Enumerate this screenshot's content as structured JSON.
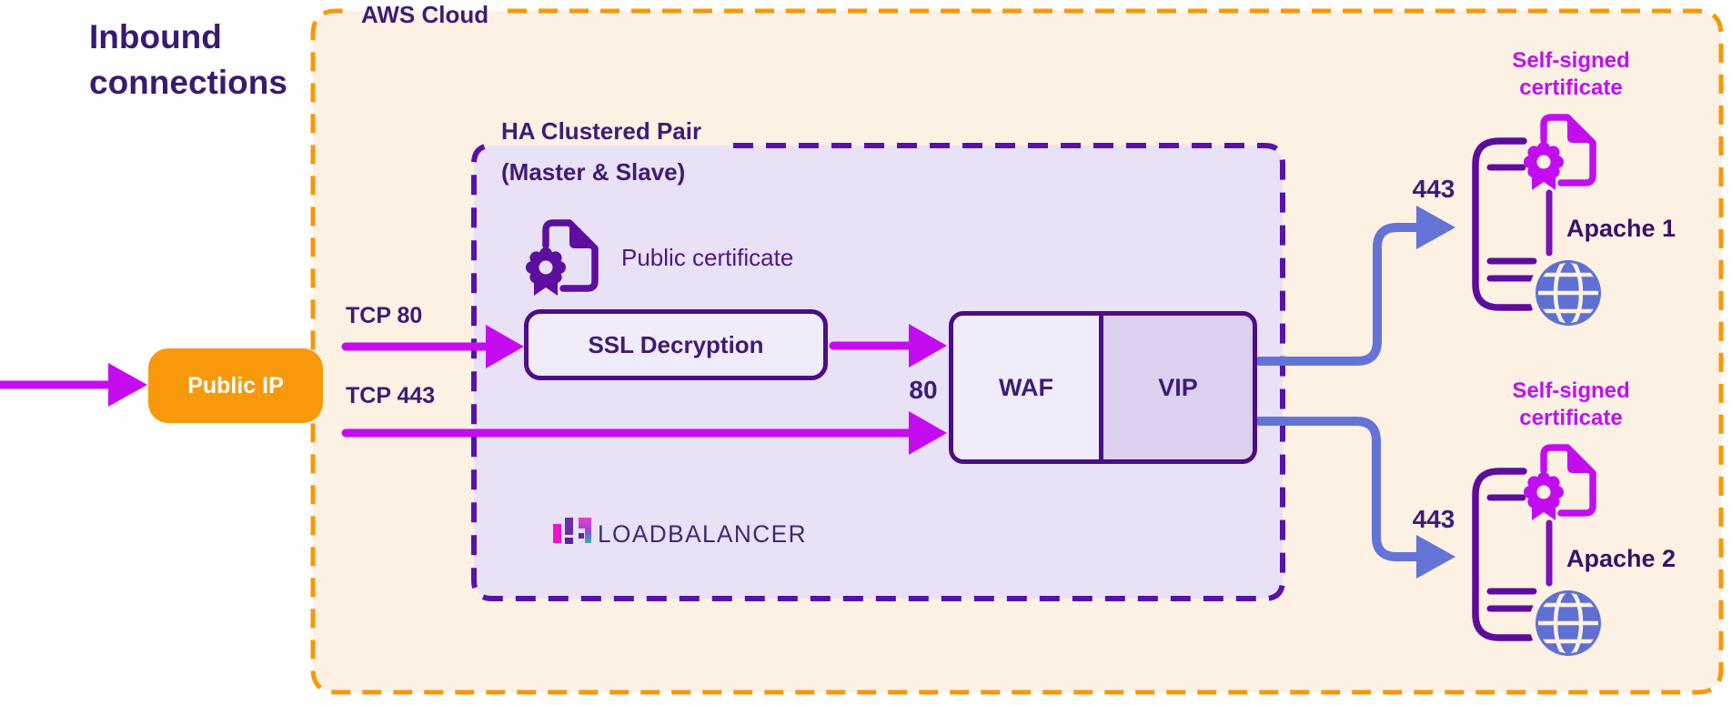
{
  "title": {
    "line1": "Inbound",
    "line2": "connections"
  },
  "aws_cloud": {
    "label": "AWS Cloud"
  },
  "ha_cluster": {
    "label_line1": "HA Clustered Pair",
    "label_line2": "(Master & Slave)"
  },
  "public_ip": {
    "label": "Public IP"
  },
  "ssl": {
    "label": "SSL Decryption"
  },
  "waf": {
    "label": "WAF"
  },
  "vip": {
    "label": "VIP"
  },
  "public_certificate": {
    "label": "Public certificate"
  },
  "self_signed": {
    "line1": "Self-signed",
    "line2": "certificate"
  },
  "servers": {
    "apache1": "Apache 1",
    "apache2": "Apache 2"
  },
  "ports": {
    "tcp_80": "TCP 80",
    "tcp_443": "TCP 443",
    "port_80": "80",
    "port_443_top": "443",
    "port_443_bottom": "443"
  },
  "logo": {
    "wordmark": "LOADBALANCER"
  },
  "icons": {
    "certificate": "certificate-seal-icon",
    "server": "server-icon",
    "globe": "globe-icon",
    "logo_bars": "loadbalancer-bars-icon"
  },
  "colors": {
    "aws_fill": "#FCF1E2",
    "aws_border": "#F7980A",
    "ha_fill": "#E9E1F5",
    "ha_border": "#5812A8",
    "box_border": "#4C0D86",
    "box_fill_light": "#F1ECFA",
    "vip_fill": "#DDD0EF",
    "magenta_arrow": "#C50BEF",
    "magenta_cert": "#C30DF1",
    "blue_arrow": "#6473D6",
    "purple_icon": "#5C0F9E",
    "orange_node": "#F8990C",
    "dark_text": "#3E1C76",
    "self_signed_text": "#BE12F0"
  }
}
